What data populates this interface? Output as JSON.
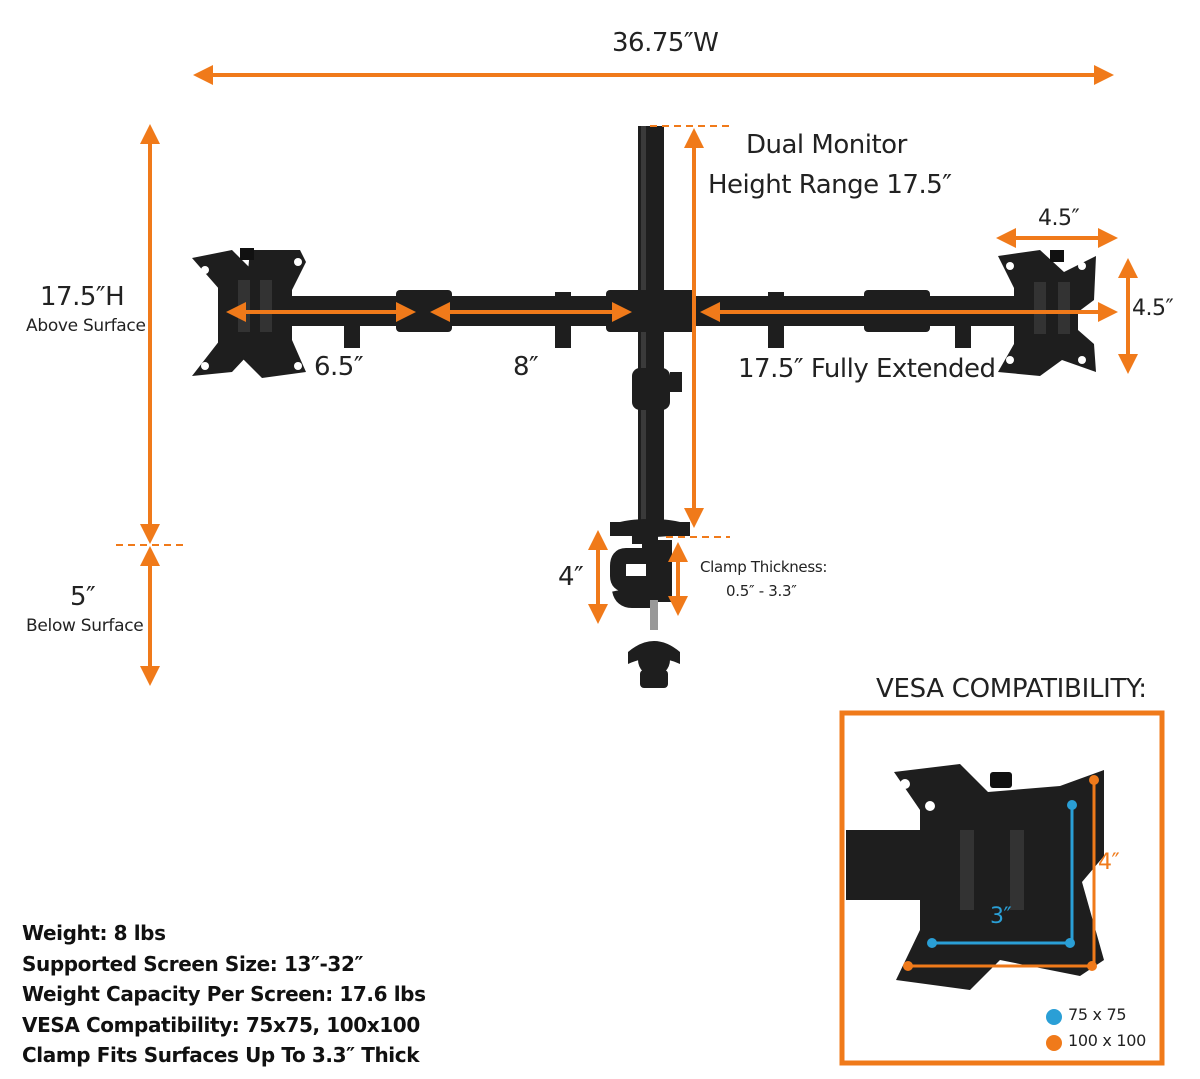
{
  "colors": {
    "accent": "#f07a1a",
    "blue": "#2a9fd6",
    "metal": "#1e1e1e",
    "metal_highlight": "#3a3a3a"
  },
  "dimensions": {
    "total_width": "36.75″W",
    "height_above": "17.5″H",
    "height_above_sub": "Above Surface",
    "below": "5″",
    "below_sub": "Below Surface",
    "height_range_line1": "Dual Monitor",
    "height_range_line2": "Height Range 17.5″",
    "plate_width": "4.5″",
    "plate_height": "4.5″",
    "arm_segment_1": "6.5″",
    "arm_segment_2": "8″",
    "arm_extended": "17.5″ Fully Extended",
    "clamp_height": "4″",
    "clamp_thickness_line1": "Clamp Thickness:",
    "clamp_thickness_line2": "0.5″ - 3.3″"
  },
  "specs": [
    "Weight: 8 lbs",
    "Supported Screen Size: 13″-32″",
    "Weight Capacity Per Screen: 17.6 lbs",
    "VESA Compatibility: 75x75, 100x100",
    "Clamp Fits Surfaces Up To 3.3″ Thick"
  ],
  "vesa": {
    "title": "VESA COMPATIBILITY:",
    "dim_small": "3″",
    "dim_large": "4″",
    "legend": [
      {
        "label": "75 x 75",
        "color": "#2a9fd6"
      },
      {
        "label": "100 x 100",
        "color": "#f07a1a"
      }
    ]
  }
}
